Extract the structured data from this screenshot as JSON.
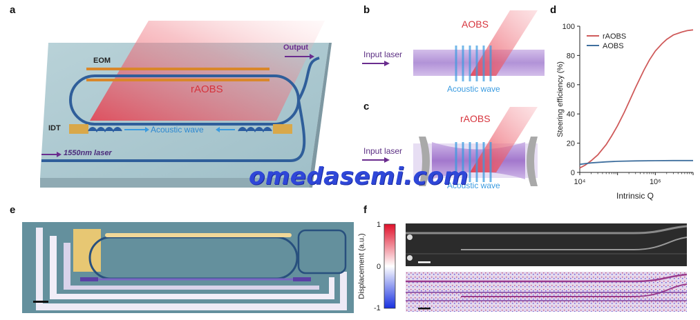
{
  "panels": {
    "a": {
      "letter": "a",
      "output_label": "Output",
      "eom_label": "EOM",
      "rAOBS_label": "rAOBS",
      "idt_label": "IDT",
      "acoustic_label": "Acoustic wave",
      "laser_label": "1550nm laser"
    },
    "b": {
      "letter": "b",
      "beam_label": "AOBS",
      "input_label": "Input laser",
      "acoustic_label": "Acoustic wave"
    },
    "c": {
      "letter": "c",
      "beam_label": "rAOBS",
      "input_label": "Input laser",
      "acoustic_label": "Acoustic wave"
    },
    "d": {
      "letter": "d"
    },
    "e": {
      "letter": "e"
    },
    "f": {
      "letter": "f",
      "colorbar_label": "Displacement (a.u.)",
      "colorbar_ticks": [
        "1",
        "0",
        "-1"
      ]
    }
  },
  "watermark": "omedasemi.com",
  "colors": {
    "raobs": "#cf5a5a",
    "aobs": "#3f6f9e",
    "arrow_purple": "#6a2c8e",
    "acoustic_blue": "#3a9be0",
    "rAOBS_text": "#d6333c"
  },
  "chart_data": {
    "type": "line",
    "xlabel": "Intrinsic Q",
    "ylabel": "Steering efficiency (%)",
    "xscale": "log",
    "xlim": [
      10000,
      10000000
    ],
    "ylim": [
      0,
      100
    ],
    "yticks": [
      "0",
      "20",
      "40",
      "60",
      "80",
      "100"
    ],
    "xticks": [
      "10⁴",
      "10⁶"
    ],
    "legend_position": "top-left",
    "series": [
      {
        "name": "rAOBS",
        "color": "#cf5a5a",
        "x": [
          10000,
          14000,
          20000,
          30000,
          50000,
          70000,
          100000,
          150000,
          200000,
          300000,
          500000,
          700000,
          1000000,
          1500000,
          2000000,
          3000000,
          5000000,
          7000000,
          10000000
        ],
        "y": [
          3,
          5,
          8,
          12,
          19,
          25,
          32,
          41,
          48,
          58,
          70,
          77,
          83,
          88,
          91,
          94,
          96,
          97,
          97.5
        ]
      },
      {
        "name": "AOBS",
        "color": "#3f6f9e",
        "x": [
          10000,
          20000,
          50000,
          100000,
          300000,
          1000000,
          3000000,
          10000000
        ],
        "y": [
          5.5,
          6.5,
          7.2,
          7.6,
          7.9,
          8.0,
          8.1,
          8.1
        ]
      }
    ]
  }
}
